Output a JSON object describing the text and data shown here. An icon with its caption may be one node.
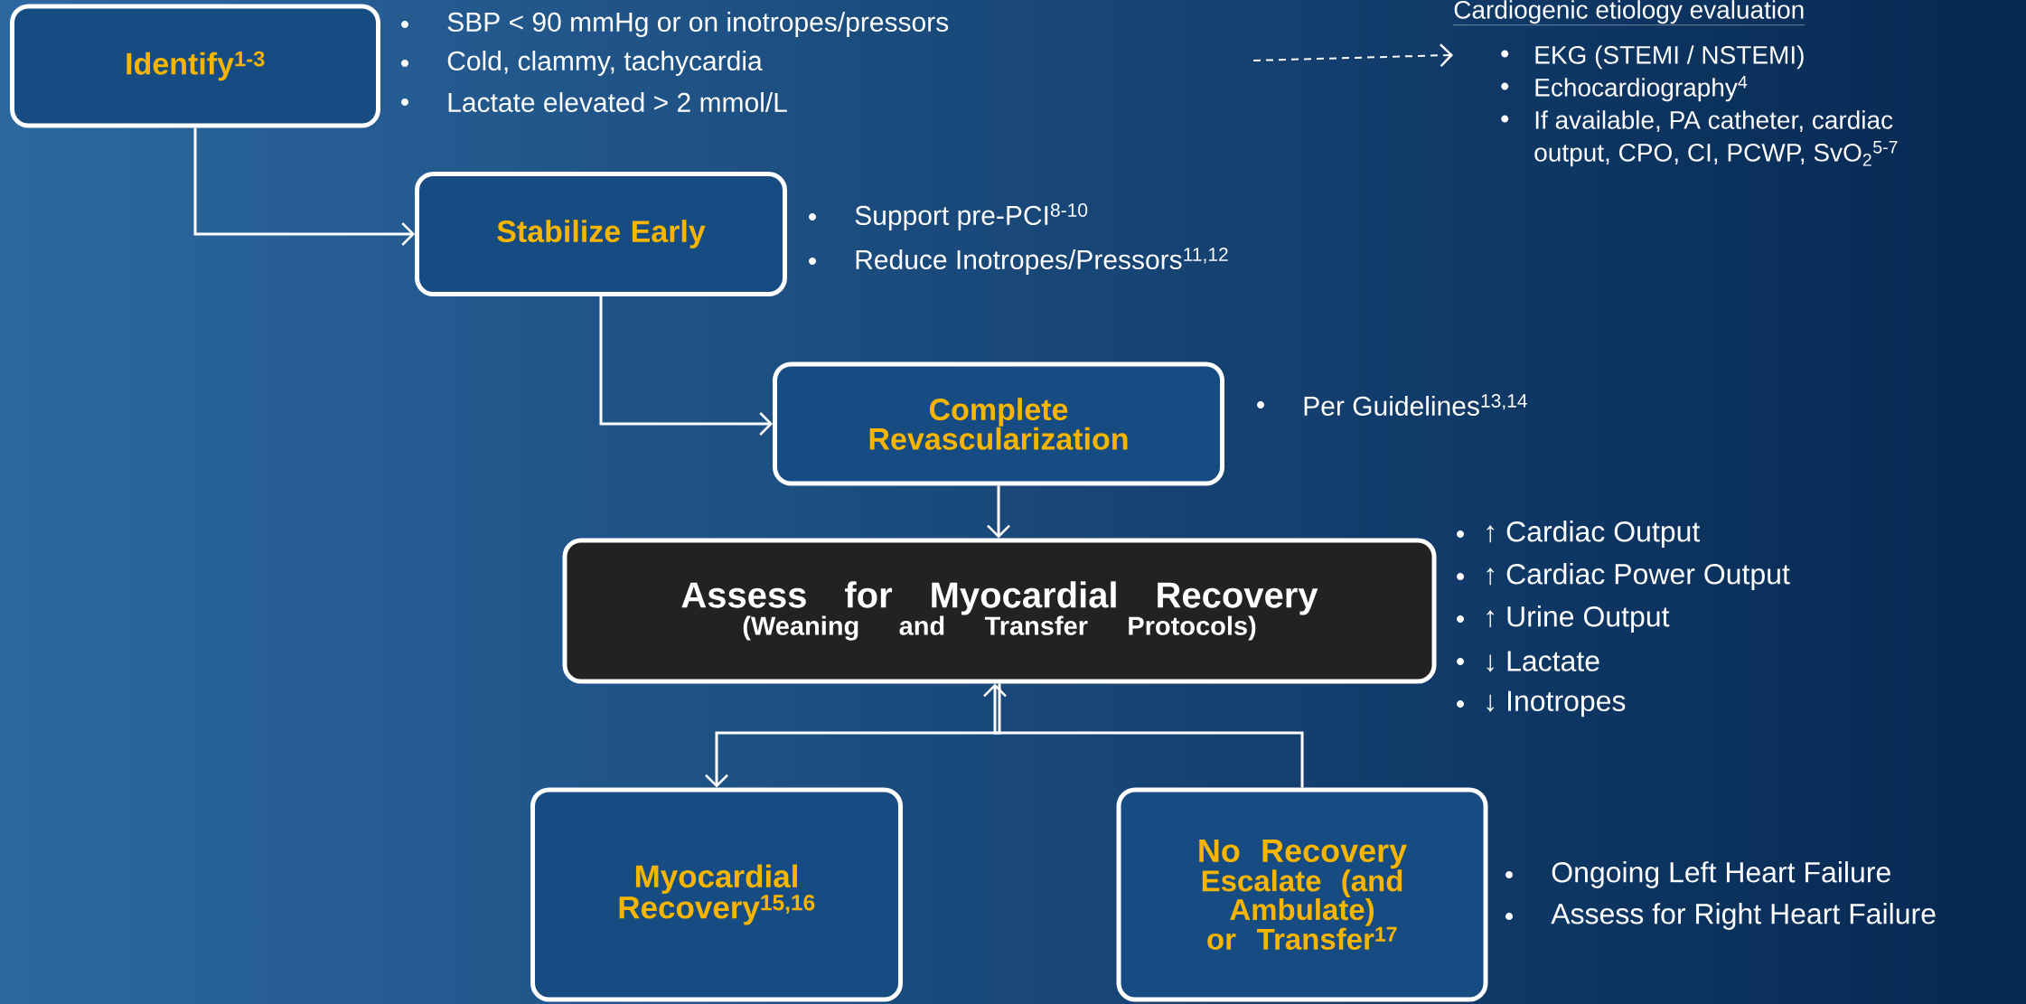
{
  "diagram": {
    "nodes": [
      {
        "text": [
          "Identify$^{1-3}$"
        ],
        "beside": [
          "SBP < 90 mmHg or on inotropes/pressors",
          "Cold, clammy, tachycardia",
          "Lactate elevated > 2 mmol/L"
        ]
      },
      {
        "text": [
          "Stabilize Early"
        ],
        "beside": [
          "Support pre-PCI$^{8-10}$",
          "Reduce Inotropes/Pressors$^{11,12}$"
        ]
      },
      {
        "text": [
          "Complete Revascularization"
        ],
        "beside": [
          "Per Guidelines$^{13,14}$"
        ]
      },
      {
        "text": [
          "Assess for Myocardial Recovery",
          "(Weaning and Transfer Protocols)"
        ],
        "beside": [
          "↑ Cardiac Output",
          "↑ Cardiac Power Output",
          "↑ Urine Output",
          "↓ Lactate",
          "↓ Inotropes"
        ]
      },
      {
        "text": [
          "Myocardial Recovery$^{15,16}$"
        ]
      },
      {
        "text": [
          "No Recovery",
          "Escalate (and Ambulate) or Transfer$^{17}$"
        ],
        "beside": [
          "Ongoing Left Heart Failure",
          "Assess for Right Heart Failure"
        ]
      },
      {
        "text": [
          "Cardiogenic etiology evaluation",
          "EKG (STEMI / NSTEMI)",
          "Echocardiography$^{4}$",
          "If available, PA catheter, cardiac output, CPO, CI, PCWP, SvO$_{2}$$^{5-7}$"
        ]
      }
    ],
    "edges": [
      {
        "from": 0,
        "to": 1,
        "arrow": "to"
      },
      {
        "from": 1,
        "to": 2,
        "arrow": "to"
      },
      {
        "from": 2,
        "to": 3,
        "arrow": "to"
      },
      {
        "from": 3,
        "to": 4,
        "arrow": "to"
      },
      {
        "from": 5,
        "to": 3,
        "arrow": "to"
      },
      {
        "from": null,
        "to": 6,
        "arrow": "to",
        "style": "dashed"
      }
    ]
  }
}
